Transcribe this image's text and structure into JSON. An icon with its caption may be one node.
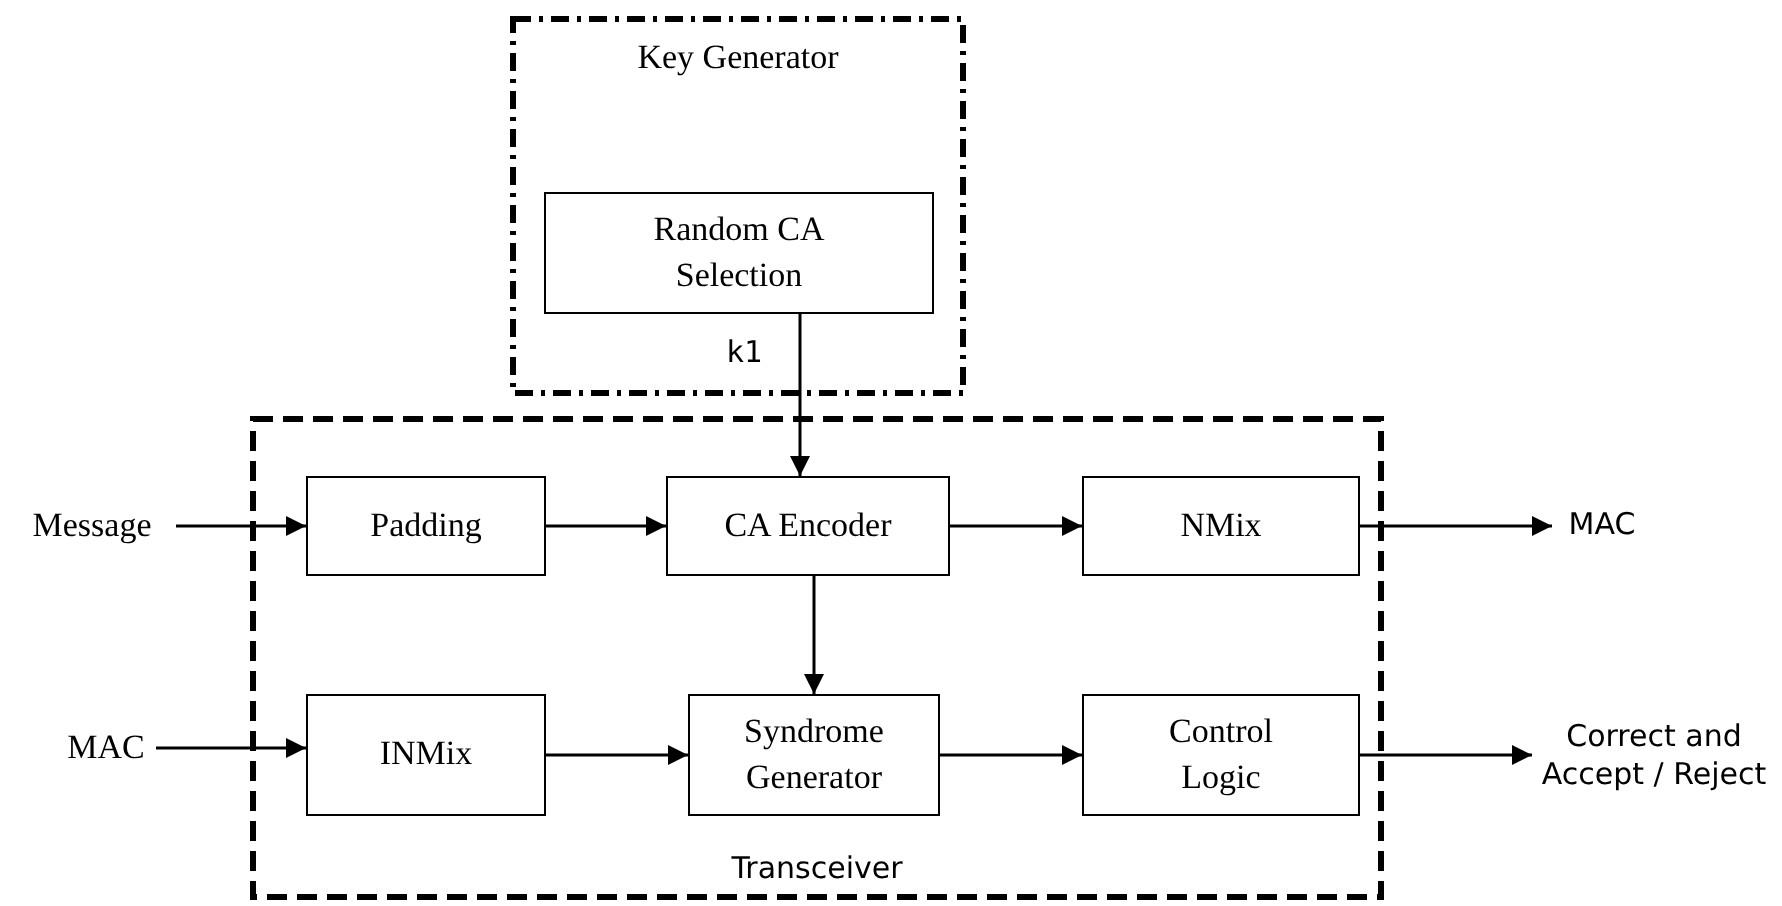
{
  "diagram": {
    "nodes": [
      {
        "text": [
          "Key Generator"
        ]
      },
      {
        "text": [
          "Random CA Selection"
        ],
        "in": 0
      },
      {
        "text": [
          "Transceiver"
        ]
      },
      {
        "text": [
          "Padding"
        ],
        "in": 2
      },
      {
        "text": [
          "CA Encoder"
        ],
        "in": 2
      },
      {
        "text": [
          "NMix"
        ],
        "in": 2
      },
      {
        "text": [
          "INMix"
        ],
        "in": 2
      },
      {
        "text": [
          "Syndrome Generator"
        ],
        "in": 2
      },
      {
        "text": [
          "Control Logic"
        ],
        "in": 2
      },
      {
        "text": [
          "Message"
        ]
      },
      {
        "text": [
          "MAC"
        ]
      },
      {
        "text": [
          "MAC"
        ]
      },
      {
        "text": [
          "Correct and Accept / Reject"
        ]
      }
    ],
    "edges": [
      {
        "from": 1,
        "to": 4,
        "arrow": "to",
        "label": "k1"
      },
      {
        "from": 9,
        "to": 3,
        "arrow": "to"
      },
      {
        "from": 3,
        "to": 4,
        "arrow": "to"
      },
      {
        "from": 4,
        "to": 5,
        "arrow": "to"
      },
      {
        "from": 5,
        "to": 10,
        "arrow": "to"
      },
      {
        "from": 4,
        "to": 7,
        "arrow": "to"
      },
      {
        "from": 11,
        "to": 6,
        "arrow": "to"
      },
      {
        "from": 6,
        "to": 7,
        "arrow": "to"
      },
      {
        "from": 7,
        "to": 8,
        "arrow": "to"
      },
      {
        "from": 8,
        "to": 12,
        "arrow": "to"
      }
    ]
  }
}
